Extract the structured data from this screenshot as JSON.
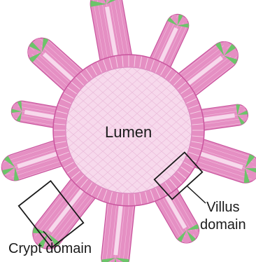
{
  "figure": {
    "labels": {
      "lumen": "Lumen",
      "villus_line1": "Villus",
      "villus_line2": "domain",
      "crypt": "Crypt domain"
    },
    "colors": {
      "background": "#ffffff",
      "epithelium": "#e58fc3",
      "epithelium_dark": "#c9559e",
      "cell_line": "#f7d6ea",
      "lumen_fill": "#f7d9ec",
      "lumen_cell_line": "#ecbddb",
      "stem_cell_green": "#6cc46a",
      "box_stroke": "#1a1a1a"
    },
    "icons": [
      "organoid-illustration"
    ]
  }
}
